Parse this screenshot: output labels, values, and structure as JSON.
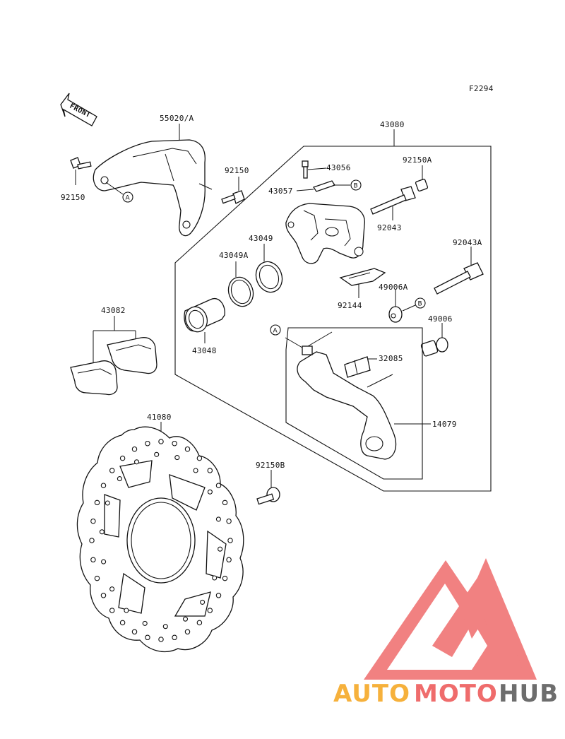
{
  "figure_code": "F2294",
  "front_label": "FRONT",
  "parts": {
    "p55020A": "55020/A",
    "p92150_left": "92150",
    "p92150_right": "92150",
    "p43080": "43080",
    "p43056": "43056",
    "p43057": "43057",
    "p92150A": "92150A",
    "p92043": "92043",
    "p43049": "43049",
    "p43049A": "43049A",
    "p92043A": "92043A",
    "p43082": "43082",
    "p43048": "43048",
    "p92144": "92144",
    "p49006A": "49006A",
    "p49006": "49006",
    "p32085": "32085",
    "p14079": "14079",
    "p41080": "41080",
    "p92150B": "92150B"
  },
  "callouts": {
    "A": "A",
    "B": "B"
  },
  "watermark": {
    "part1": "AUTO",
    "part2": "MOTO",
    "part3": "HUB",
    "color_orange": "#f6b13c",
    "color_red": "#ef6c6c",
    "color_grey": "#6d6d6d"
  }
}
